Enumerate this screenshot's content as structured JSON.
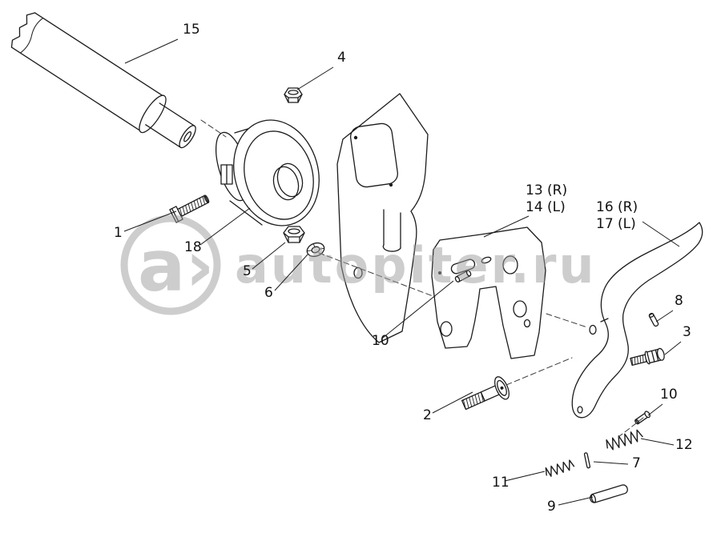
{
  "figure": {
    "type": "exploded-parts-diagram",
    "background": "#ffffff",
    "line_color": "#1c1c1c"
  },
  "watermark": {
    "logo_text": "a›",
    "site_text": "autopiter.ru",
    "color": "#9c9c9c"
  },
  "labels": {
    "l1": "1",
    "l2": "2",
    "l3": "3",
    "l4": "4",
    "l5": "5",
    "l6": "6",
    "l7": "7",
    "l8": "8",
    "l9": "9",
    "l10a": "10",
    "l10b": "10",
    "l11": "11",
    "l12": "12",
    "l13": "13 (R)",
    "l14": "14 (L)",
    "l15": "15",
    "l16": "16 (R)",
    "l17": "17 (L)",
    "l18": "18"
  }
}
